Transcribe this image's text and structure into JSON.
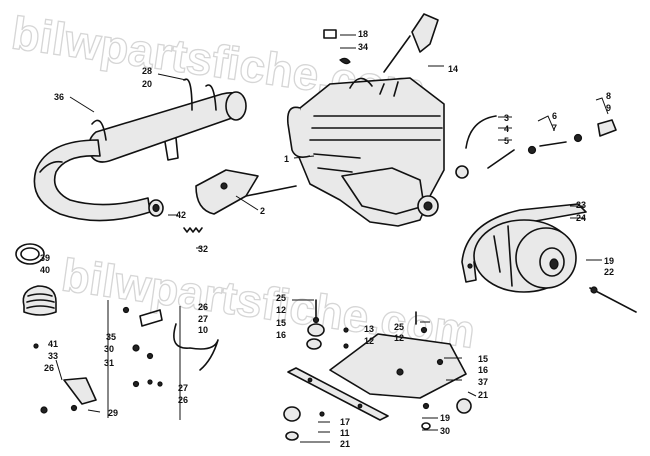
{
  "watermark": "bilwpartsfiche.com",
  "callouts": [
    {
      "id": "c1",
      "label": "1"
    },
    {
      "id": "c2",
      "label": "2"
    },
    {
      "id": "c3",
      "label": "3"
    },
    {
      "id": "c4",
      "label": "4"
    },
    {
      "id": "c5",
      "label": "5"
    },
    {
      "id": "c6",
      "label": "6"
    },
    {
      "id": "c7",
      "label": "7"
    },
    {
      "id": "c8",
      "label": "8"
    },
    {
      "id": "c9",
      "label": "9"
    },
    {
      "id": "c10",
      "label": "10"
    },
    {
      "id": "c11",
      "label": "11"
    },
    {
      "id": "c12a",
      "label": "12"
    },
    {
      "id": "c12b",
      "label": "12"
    },
    {
      "id": "c12c",
      "label": "12"
    },
    {
      "id": "c13",
      "label": "13"
    },
    {
      "id": "c14",
      "label": "14"
    },
    {
      "id": "c15a",
      "label": "15"
    },
    {
      "id": "c15b",
      "label": "15"
    },
    {
      "id": "c16a",
      "label": "16"
    },
    {
      "id": "c16b",
      "label": "16"
    },
    {
      "id": "c17",
      "label": "17"
    },
    {
      "id": "c18",
      "label": "18"
    },
    {
      "id": "c19a",
      "label": "19"
    },
    {
      "id": "c19b",
      "label": "19"
    },
    {
      "id": "c20",
      "label": "20"
    },
    {
      "id": "c21a",
      "label": "21"
    },
    {
      "id": "c21b",
      "label": "21"
    },
    {
      "id": "c22",
      "label": "22"
    },
    {
      "id": "c23",
      "label": "23"
    },
    {
      "id": "c24",
      "label": "24"
    },
    {
      "id": "c25a",
      "label": "25"
    },
    {
      "id": "c25b",
      "label": "25"
    },
    {
      "id": "c26a",
      "label": "26"
    },
    {
      "id": "c26b",
      "label": "26"
    },
    {
      "id": "c26c",
      "label": "26"
    },
    {
      "id": "c27a",
      "label": "27"
    },
    {
      "id": "c27b",
      "label": "27"
    },
    {
      "id": "c28",
      "label": "28"
    },
    {
      "id": "c29",
      "label": "29"
    },
    {
      "id": "c30a",
      "label": "30"
    },
    {
      "id": "c30b",
      "label": "30"
    },
    {
      "id": "c31",
      "label": "31"
    },
    {
      "id": "c32",
      "label": "32"
    },
    {
      "id": "c33",
      "label": "33"
    },
    {
      "id": "c34",
      "label": "34"
    },
    {
      "id": "c35",
      "label": "35"
    },
    {
      "id": "c36",
      "label": "36"
    },
    {
      "id": "c37",
      "label": "37"
    },
    {
      "id": "c39",
      "label": "39"
    },
    {
      "id": "c40",
      "label": "40"
    },
    {
      "id": "c41",
      "label": "41"
    },
    {
      "id": "c42",
      "label": "42"
    }
  ]
}
